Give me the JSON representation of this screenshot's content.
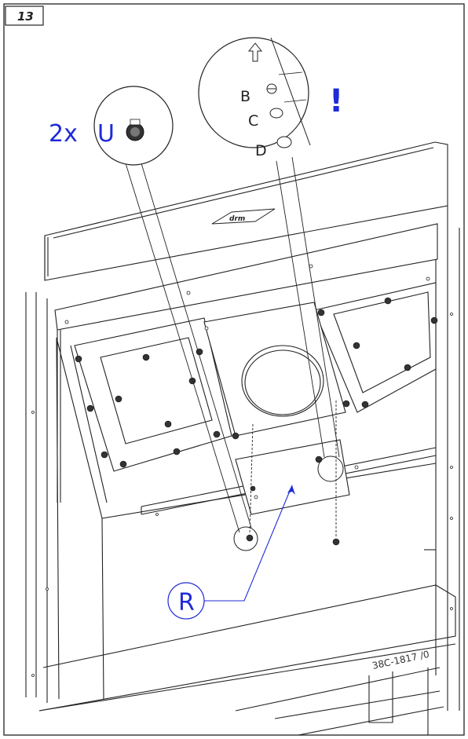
{
  "step_number": "13",
  "callouts": {
    "quantity_label": "2x",
    "part_u": "U",
    "part_r": "R",
    "attention_mark": "!"
  },
  "positions": {
    "b": "B",
    "c": "C",
    "d": "D"
  },
  "drawing_reference": "38C-1817 /0",
  "colors": {
    "callout_blue": "#1f2bd6",
    "line": "#222222"
  }
}
